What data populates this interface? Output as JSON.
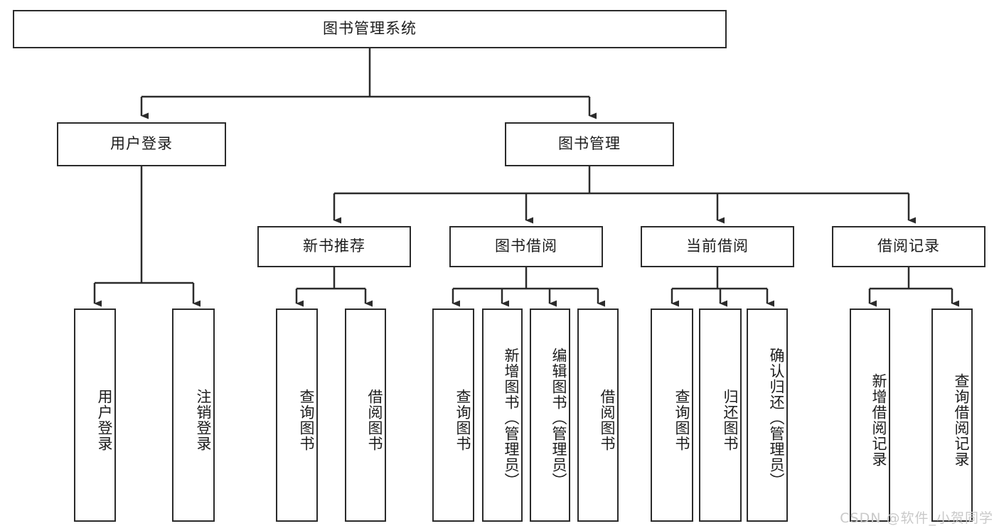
{
  "diagram": {
    "title": "图书管理系统",
    "type": "tree-hierarchy",
    "root": {
      "label": "图书管理系统"
    },
    "level2": [
      {
        "label": "用户登录"
      },
      {
        "label": "图书管理"
      }
    ],
    "level3": [
      {
        "label": "新书推荐"
      },
      {
        "label": "图书借阅"
      },
      {
        "label": "当前借阅"
      },
      {
        "label": "借阅记录"
      }
    ],
    "leaves": {
      "user_login": [
        {
          "label": "用户登录"
        },
        {
          "label": "注销登录"
        }
      ],
      "new_book_recommend": [
        {
          "label": "查询图书"
        },
        {
          "label": "借阅图书"
        }
      ],
      "book_borrow": [
        {
          "label": "查询图书"
        },
        {
          "label": "新增图书（管理员）"
        },
        {
          "label": "编辑图书（管理员）"
        },
        {
          "label": "借阅图书"
        }
      ],
      "current_borrow": [
        {
          "label": "查询图书"
        },
        {
          "label": "归还图书"
        },
        {
          "label": "确认归还（管理员）"
        }
      ],
      "borrow_record": [
        {
          "label": "新增借阅记录"
        },
        {
          "label": "查询借阅记录"
        }
      ]
    }
  },
  "watermark": {
    "text": "CSDN @软件_小贺同学"
  },
  "colors": {
    "stroke": "#2b2b2b",
    "fill": "#ffffff",
    "text": "#1c1c1c",
    "watermark": "#c9c9c9"
  }
}
